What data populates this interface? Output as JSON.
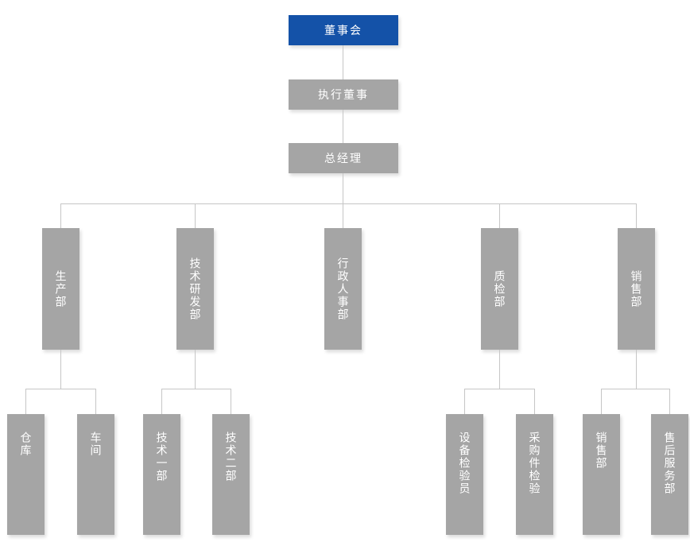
{
  "org_chart": {
    "board": {
      "label": "董事会"
    },
    "executive_director": {
      "label": "执行董事"
    },
    "general_manager": {
      "label": "总经理"
    },
    "departments": [
      {
        "label": "生产部",
        "children": [
          {
            "label": "仓库"
          },
          {
            "label": "车间"
          }
        ]
      },
      {
        "label": "技术研发部",
        "children": [
          {
            "label": "技术一部"
          },
          {
            "label": "技术二部"
          }
        ]
      },
      {
        "label": "行政人事部",
        "children": []
      },
      {
        "label": "质检部",
        "children": [
          {
            "label": "设备检验员"
          },
          {
            "label": "采购件检验"
          }
        ]
      },
      {
        "label": "销售部",
        "children": [
          {
            "label": "销售部"
          },
          {
            "label": "售后服务部"
          }
        ]
      }
    ],
    "colors": {
      "board_fill": "#1452a8",
      "department_fill": "#a5a5a5",
      "connector_line": "#c6c6c6",
      "label_text": "#ffffff",
      "background": "#ffffff"
    }
  }
}
